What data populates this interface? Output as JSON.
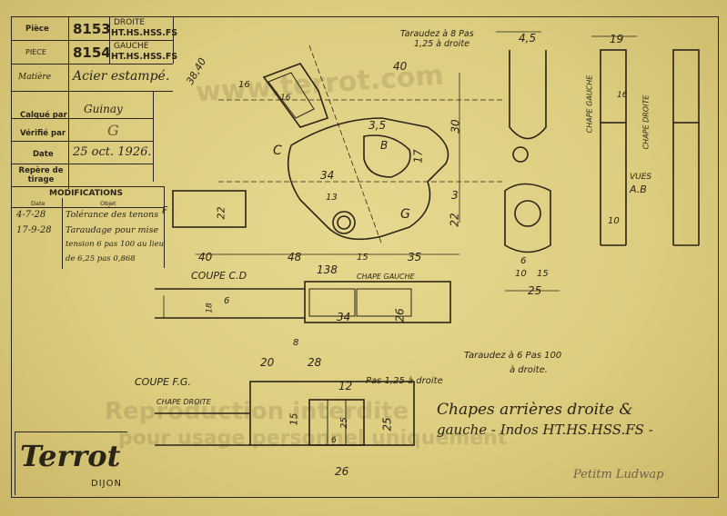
{
  "title_block": {
    "piece_label": "Pièce",
    "piece_label_2": "PIECE",
    "number_right": "8153",
    "number_left": "8154",
    "side_right": "DROITE",
    "side_left": "GAUCHE",
    "grade_right": "HT.HS.HSS.FS",
    "grade_left": "HT.HS.HSS.FS",
    "matiere_label": "Matière",
    "matiere_value": "Acier estampé.",
    "calque_label": "Calqué par",
    "calque_value": "Guinay",
    "verifie_label": "Vérifié par",
    "verifie_value": "G",
    "date_label": "Date",
    "date_value": "25 oct. 1926.",
    "repere_label": "Repère de tirage",
    "modifications_label": "MODIFICATIONS",
    "date_col": "Date",
    "objet_col": "Objet",
    "mods": [
      {
        "date": "4-7-28",
        "objet": "Tolérance des tenons"
      },
      {
        "date": "17-9-28",
        "objet": "Taraudage pour mise"
      },
      {
        "date": "",
        "objet": "tension 6 pas 100 au lieu"
      },
      {
        "date": "",
        "objet": "de 6,25 pas 0,868"
      }
    ]
  },
  "logo": {
    "brand": "Terrot",
    "city": "DIJON"
  },
  "drawing": {
    "main_title_1": "Chapes arrières droite &",
    "main_title_2": "gauche - Indos HT.HS.HSS.FS -",
    "signature": "Petitm Ludwap",
    "labels": {
      "coupe_cd": "COUPE C.D",
      "coupe_fg": "COUPE F.G.",
      "chape_gauche": "CHAPE GAUCHE",
      "chape_droite": "CHAPE DROITE",
      "chape_gauche_v": "CHAPE GAUCHE",
      "chape_droite_v": "CHAPE DROITE",
      "vues": "VUES",
      "ab": "A.B",
      "c": "C",
      "g": "G",
      "b": "B",
      "f": "F"
    },
    "notes": {
      "tarau_8": "Taraudez à 8 Pas",
      "tarau_8b": "1,25 à droite",
      "tarau_6": "Taraudez à 6 Pas 100",
      "tarau_6b": "à droite.",
      "pas_125": "Pas 1,25 à droite"
    },
    "dims": [
      "38,40",
      "40",
      "16",
      "16",
      "3,5",
      "30",
      "17",
      "34",
      "13",
      "22",
      "3",
      "22",
      "40",
      "48",
      "15",
      "35",
      "138",
      "6",
      "10",
      "15",
      "25",
      "4,5",
      "19",
      "10",
      "34",
      "26",
      "6",
      "8",
      "20",
      "28",
      "12",
      "15",
      "18",
      "25",
      "6",
      "26",
      "16",
      "25"
    ]
  },
  "watermark": {
    "line1": "Reproduction interdite",
    "line2": "pour usage personnel uniquement",
    "url": "www.terrot.com"
  }
}
